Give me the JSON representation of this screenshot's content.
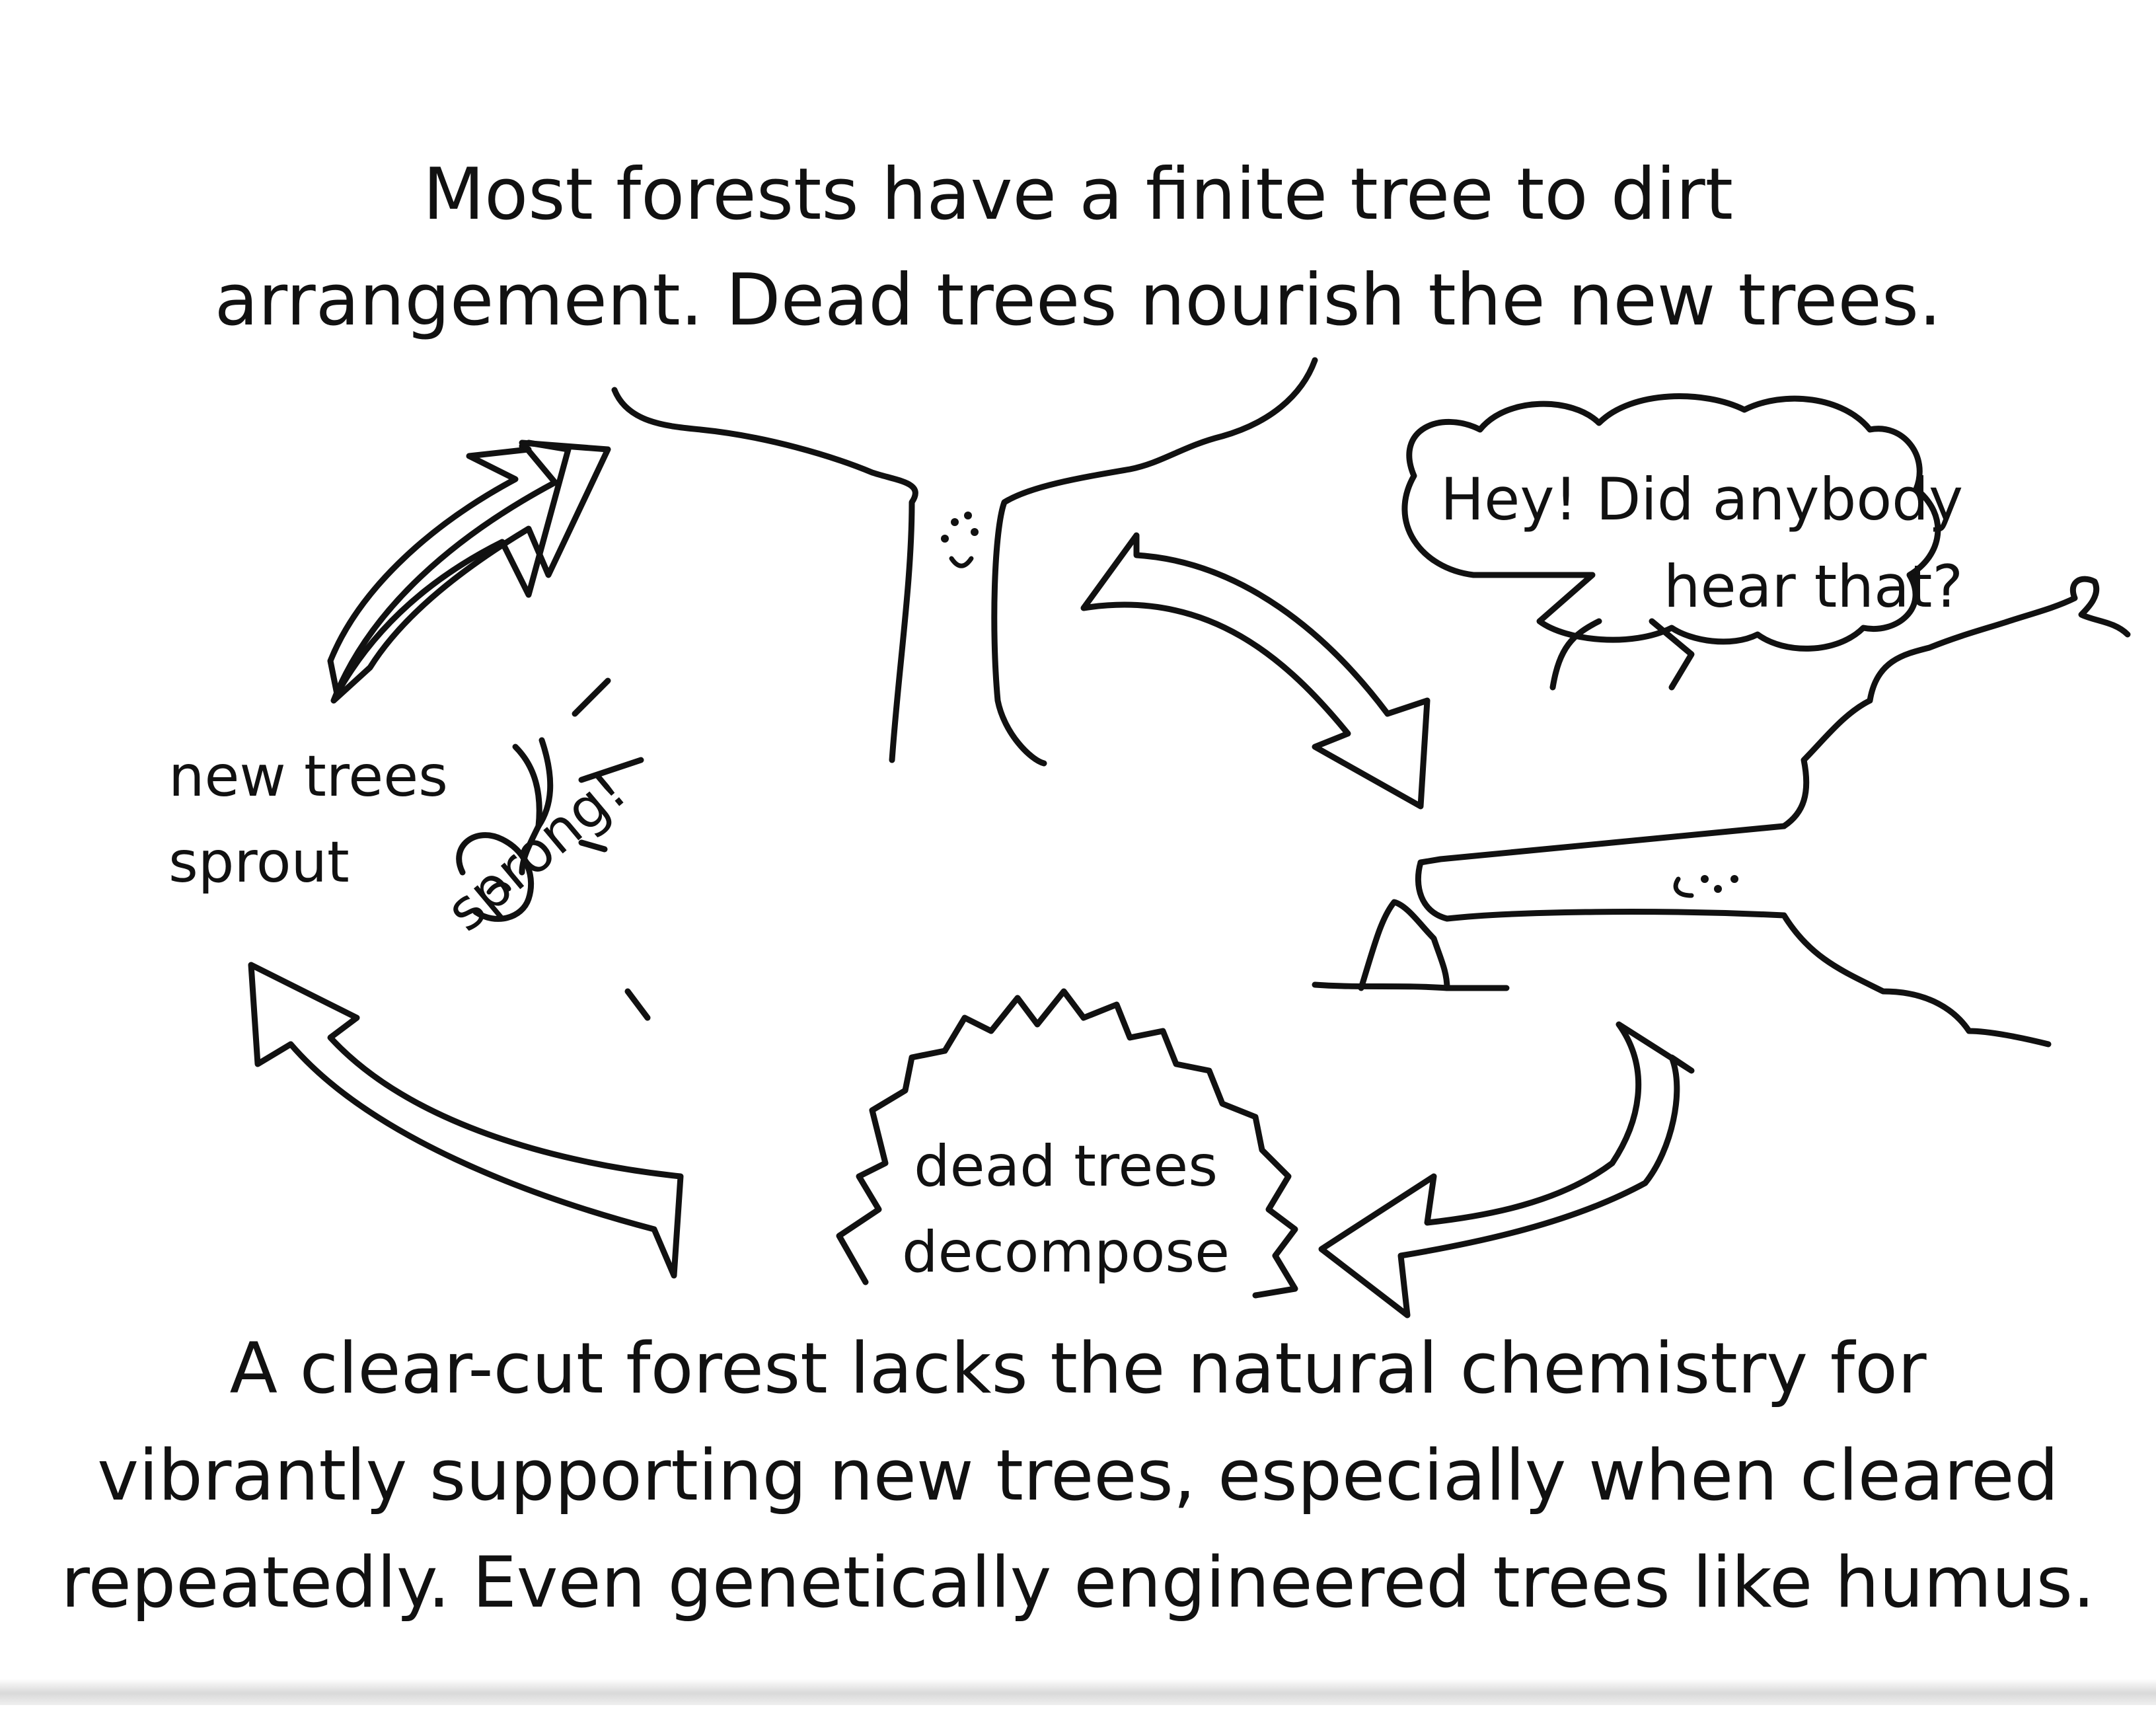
{
  "captions": {
    "top": [
      "Most forests have a finite tree to dirt",
      "arrangement. Dead trees nourish the new trees."
    ],
    "bottom": [
      "A clear-cut forest lacks the natural chemistry for",
      "vibrantly supporting new trees, especially when cleared",
      "repeatedly. Even genetically engineered trees like humus."
    ]
  },
  "labels": {
    "new_trees": [
      "new trees",
      "sprout"
    ],
    "decompose": [
      "dead trees",
      "decompose"
    ],
    "sound_effect": "sprong!"
  },
  "speech_bubble": {
    "lines": [
      "Hey! Did anybody",
      "hear that?"
    ]
  },
  "ink_color": "#111111",
  "paper_color": "#ffffff"
}
